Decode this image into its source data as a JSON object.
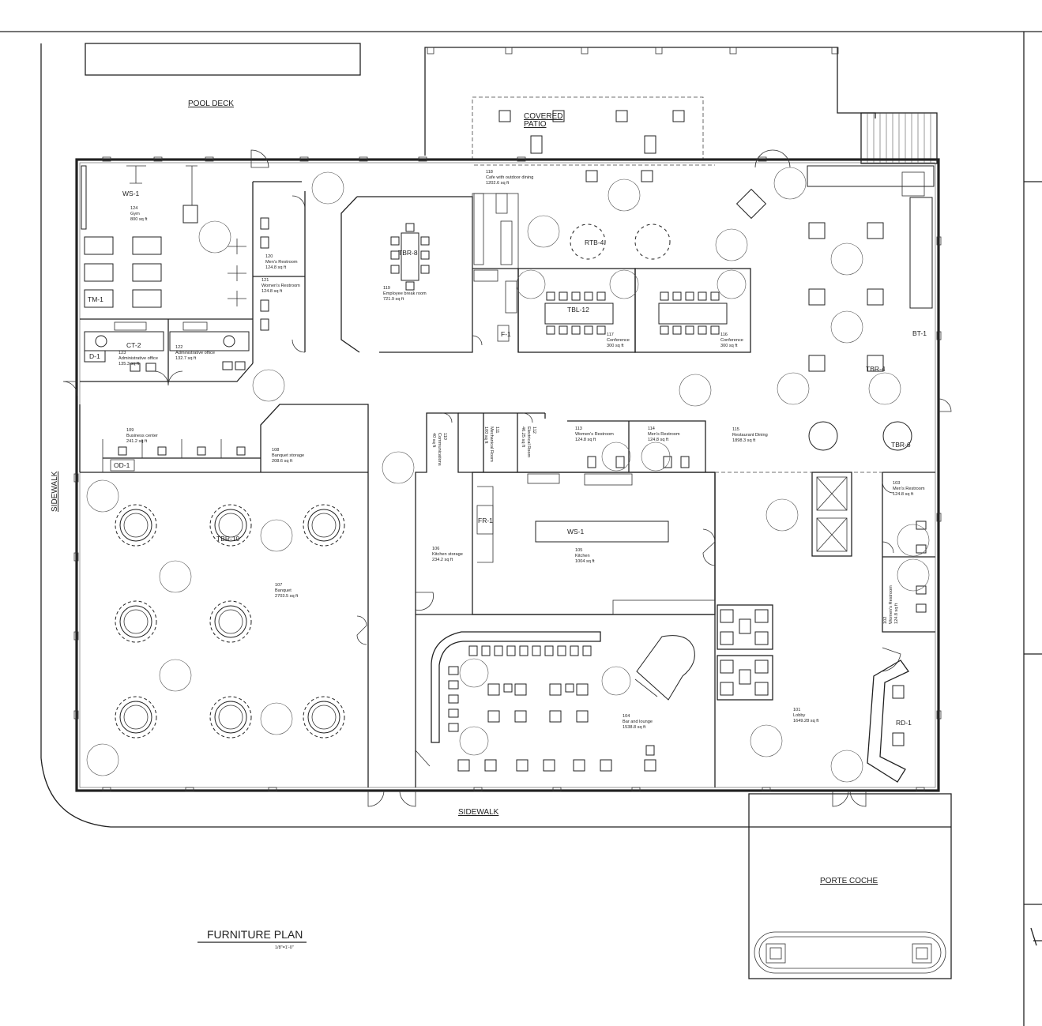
{
  "drawing": {
    "title": "FURNITURE PLAN",
    "scale": "1/8\"=1'-0\""
  },
  "outside_labels": {
    "pool_deck": "POOL DECK",
    "sidewalk_left": "SIDEWALK",
    "sidewalk_bottom": "SIDEWALK",
    "covered_patio_line1": "COVERED",
    "covered_patio_line2": "PATIO",
    "porte_coche": "PORTE COCHE"
  },
  "rooms": {
    "r124": {
      "number": "124",
      "name": "Gym",
      "area": "800 sq ft"
    },
    "r120": {
      "number": "120",
      "name": "Men's Restroom",
      "area": "124.8 sq ft"
    },
    "r121": {
      "number": "121",
      "name": "Women's Restroom",
      "area": "124.8 sq ft"
    },
    "r119": {
      "number": "119",
      "name": "Employee break room",
      "area": "721.9 sq ft"
    },
    "r118": {
      "number": "118",
      "name": "Cafe with outdoor dining",
      "area": "1202.6 sq ft"
    },
    "r117": {
      "number": "117",
      "name": "Conference",
      "area": "300 sq ft"
    },
    "r116": {
      "number": "116",
      "name": "Conference",
      "area": "300 sq ft"
    },
    "r123": {
      "number": "123",
      "name": "Administrative office",
      "area": "135.3 sq ft"
    },
    "r122": {
      "number": "122",
      "name": "Administrative office",
      "area": "132.7 sq ft"
    },
    "r109": {
      "number": "109",
      "name": "Business center",
      "area": "241.2 sq ft"
    },
    "r108": {
      "number": "108",
      "name": "Banquet storage",
      "area": "208.6 sq ft"
    },
    "r110": {
      "number": "110",
      "name": "Communications",
      "area": "40 sq ft"
    },
    "r111": {
      "number": "111",
      "name": "Mechanical Room",
      "area": "100 sq ft"
    },
    "r112": {
      "number": "112",
      "name": "Electrical Room",
      "area": "46.25 sq ft"
    },
    "r113": {
      "number": "113",
      "name": "Women's Restroom",
      "area": "124.8 sq ft"
    },
    "r114": {
      "number": "114",
      "name": "Men's Restroom",
      "area": "124.8 sq ft"
    },
    "r115": {
      "number": "115",
      "name": "Restaurant Dining",
      "area": "1898.3 sq ft"
    },
    "r103": {
      "number": "103",
      "name": "Men's Restroom",
      "area": "124.8 sq ft"
    },
    "r102": {
      "number": "102",
      "name": "Women's Restroom",
      "area": "124.8 sq ft"
    },
    "r107": {
      "number": "107",
      "name": "Banquet",
      "area": "2703.5 sq ft"
    },
    "r106": {
      "number": "106",
      "name": "Kitchen storage",
      "area": "234.2 sq ft"
    },
    "r105": {
      "number": "105",
      "name": "Kitchen",
      "area": "1004 sq ft"
    },
    "r104": {
      "number": "104",
      "name": "Bar and lounge",
      "area": "1538.8 sq ft"
    },
    "r101": {
      "number": "101",
      "name": "Lobby",
      "area": "1649.28 sq ft"
    }
  },
  "tags": {
    "ws1_gym": "WS-1",
    "tm1": "TM-1",
    "d1": "D-1",
    "ct2": "CT-2",
    "tbr8": "TBR-8",
    "tbl12": "TBL-12",
    "rtb4": "RTB-4",
    "od1": "OD-1",
    "ws1_kitchen": "WS-1",
    "fr1": "FR-1",
    "bt1": "BT-1",
    "tbr4": "TBR-4",
    "tbr6": "TBR-6",
    "tbr_banquet": "TBR-10",
    "rd1": "RD-1",
    "f1": "F-1"
  }
}
